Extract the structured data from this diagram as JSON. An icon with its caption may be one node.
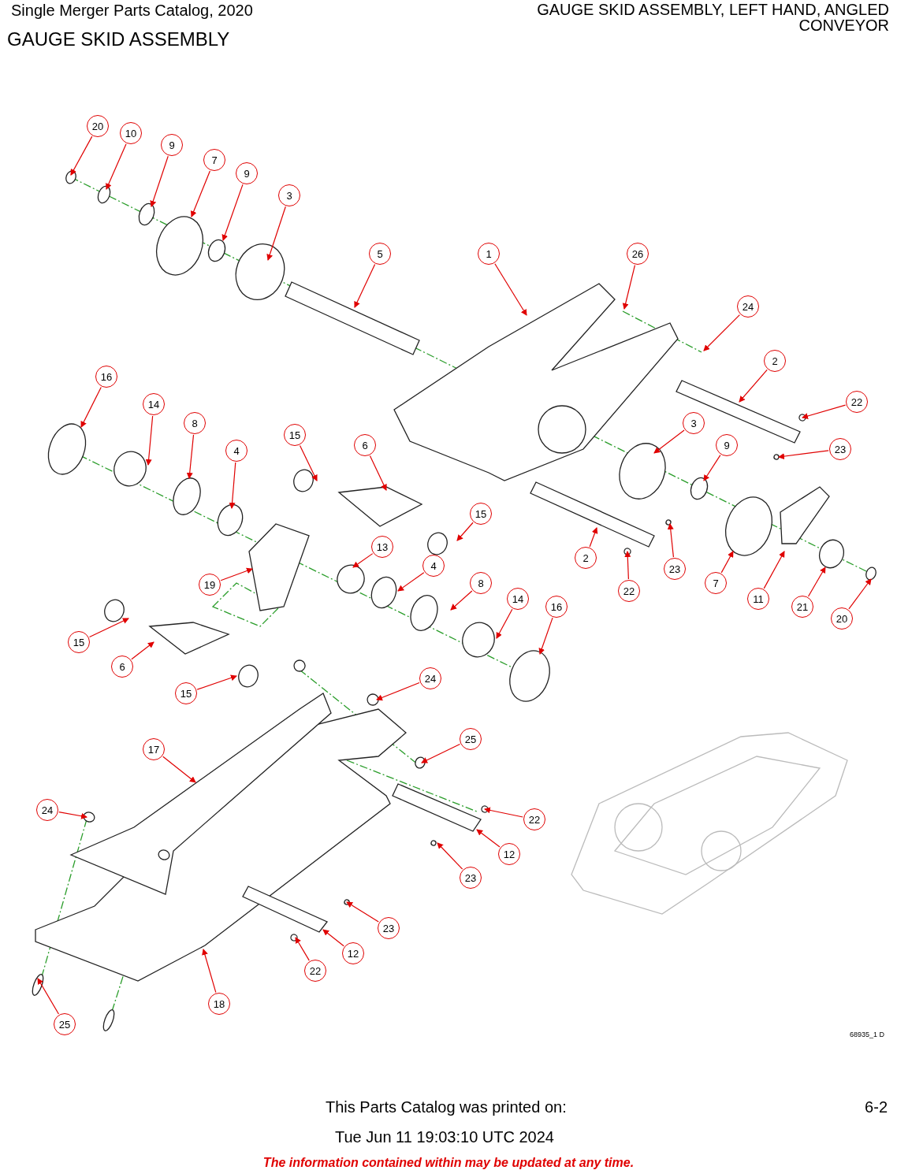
{
  "diagram": {
    "title": "GAUGE SKID ASSEMBLY",
    "nodes": [
      {
        "text": [
          "20"
        ]
      },
      {
        "text": [
          "10"
        ]
      },
      {
        "text": [
          "9"
        ]
      },
      {
        "text": [
          "7"
        ]
      },
      {
        "text": [
          "9"
        ]
      },
      {
        "text": [
          "3"
        ]
      },
      {
        "text": [
          "5"
        ]
      },
      {
        "text": [
          "1"
        ]
      },
      {
        "text": [
          "26"
        ]
      },
      {
        "text": [
          "24"
        ]
      },
      {
        "text": [
          "2"
        ]
      },
      {
        "text": [
          "16"
        ]
      },
      {
        "text": [
          "22"
        ]
      },
      {
        "text": [
          "14"
        ]
      },
      {
        "text": [
          "8"
        ]
      },
      {
        "text": [
          "23"
        ]
      },
      {
        "text": [
          "3"
        ]
      },
      {
        "text": [
          "15"
        ]
      },
      {
        "text": [
          "6"
        ]
      },
      {
        "text": [
          "9"
        ]
      },
      {
        "text": [
          "4"
        ]
      },
      {
        "text": [
          "19"
        ]
      },
      {
        "text": [
          "15"
        ]
      },
      {
        "text": [
          "13"
        ]
      },
      {
        "text": [
          "4"
        ]
      },
      {
        "text": [
          "2"
        ]
      },
      {
        "text": [
          "8"
        ]
      },
      {
        "text": [
          "23"
        ]
      },
      {
        "text": [
          "22"
        ]
      },
      {
        "text": [
          "14"
        ]
      },
      {
        "text": [
          "7"
        ]
      },
      {
        "text": [
          "16"
        ]
      },
      {
        "text": [
          "11"
        ]
      },
      {
        "text": [
          "21"
        ]
      },
      {
        "text": [
          "20"
        ]
      },
      {
        "text": [
          "15"
        ]
      },
      {
        "text": [
          "6"
        ]
      },
      {
        "text": [
          "24"
        ]
      },
      {
        "text": [
          "15"
        ]
      },
      {
        "text": [
          "25"
        ]
      },
      {
        "text": [
          "17"
        ]
      },
      {
        "text": [
          "24"
        ]
      },
      {
        "text": [
          "22"
        ]
      },
      {
        "text": [
          "12"
        ]
      },
      {
        "text": [
          "23"
        ]
      },
      {
        "text": [
          "23"
        ]
      },
      {
        "text": [
          "12"
        ]
      },
      {
        "text": [
          "22"
        ]
      },
      {
        "text": [
          "18"
        ]
      },
      {
        "text": [
          "25"
        ]
      }
    ],
    "edges": [
      {
        "from": 0,
        "to": null,
        "arrow": "to"
      },
      {
        "from": 1,
        "to": null,
        "arrow": "to"
      },
      {
        "from": 2,
        "to": null,
        "arrow": "to"
      },
      {
        "from": 3,
        "to": null,
        "arrow": "to"
      },
      {
        "from": 4,
        "to": null,
        "arrow": "to"
      },
      {
        "from": 5,
        "to": null,
        "arrow": "to"
      },
      {
        "from": 6,
        "to": null,
        "arrow": "to"
      },
      {
        "from": 7,
        "to": null,
        "arrow": "to"
      },
      {
        "from": 8,
        "to": null,
        "arrow": "to"
      },
      {
        "from": 9,
        "to": null,
        "arrow": "to"
      },
      {
        "from": 10,
        "to": null,
        "arrow": "to"
      },
      {
        "from": 11,
        "to": null,
        "arrow": "to"
      },
      {
        "from": 12,
        "to": null,
        "arrow": "to"
      },
      {
        "from": 13,
        "to": null,
        "arrow": "to"
      },
      {
        "from": 14,
        "to": null,
        "arrow": "to"
      },
      {
        "from": 15,
        "to": null,
        "arrow": "to"
      },
      {
        "from": 16,
        "to": null,
        "arrow": "to"
      },
      {
        "from": 17,
        "to": null,
        "arrow": "to"
      },
      {
        "from": 18,
        "to": null,
        "arrow": "to"
      },
      {
        "from": 19,
        "to": null,
        "arrow": "to"
      },
      {
        "from": 20,
        "to": null,
        "arrow": "to"
      },
      {
        "from": 21,
        "to": null,
        "arrow": "to"
      },
      {
        "from": 22,
        "to": null,
        "arrow": "to"
      },
      {
        "from": 23,
        "to": null,
        "arrow": "to"
      },
      {
        "from": 24,
        "to": null,
        "arrow": "to"
      },
      {
        "from": 25,
        "to": null,
        "arrow": "to"
      },
      {
        "from": 26,
        "to": null,
        "arrow": "to"
      },
      {
        "from": 27,
        "to": null,
        "arrow": "to"
      },
      {
        "from": 28,
        "to": null,
        "arrow": "to"
      },
      {
        "from": 29,
        "to": null,
        "arrow": "to"
      },
      {
        "from": 30,
        "to": null,
        "arrow": "to"
      },
      {
        "from": 31,
        "to": null,
        "arrow": "to"
      },
      {
        "from": 32,
        "to": null,
        "arrow": "to"
      },
      {
        "from": 33,
        "to": null,
        "arrow": "to"
      },
      {
        "from": 34,
        "to": null,
        "arrow": "to"
      },
      {
        "from": 35,
        "to": null,
        "arrow": "to"
      },
      {
        "from": 36,
        "to": null,
        "arrow": "to"
      },
      {
        "from": 37,
        "to": null,
        "arrow": "to"
      },
      {
        "from": 38,
        "to": null,
        "arrow": "to"
      },
      {
        "from": 39,
        "to": null,
        "arrow": "to"
      },
      {
        "from": 40,
        "to": null,
        "arrow": "to"
      },
      {
        "from": 41,
        "to": null,
        "arrow": "to"
      },
      {
        "from": 42,
        "to": null,
        "arrow": "to"
      },
      {
        "from": 43,
        "to": null,
        "arrow": "to"
      },
      {
        "from": 44,
        "to": null,
        "arrow": "to"
      },
      {
        "from": 45,
        "to": null,
        "arrow": "to"
      },
      {
        "from": 46,
        "to": null,
        "arrow": "to"
      },
      {
        "from": 47,
        "to": null,
        "arrow": "to"
      },
      {
        "from": 48,
        "to": null,
        "arrow": "to"
      },
      {
        "from": 49,
        "to": null,
        "arrow": "to"
      }
    ],
    "labels": [
      "Single Merger Parts Catalog, 2020",
      "GAUGE SKID ASSEMBLY, LEFT HAND, ANGLED CONVEYOR",
      "68935_1 D",
      "This Parts Catalog was printed on:",
      "6-2",
      "Tue Jun 11 19:03:10 UTC 2024",
      "The information contained within may be updated at any time."
    ]
  }
}
